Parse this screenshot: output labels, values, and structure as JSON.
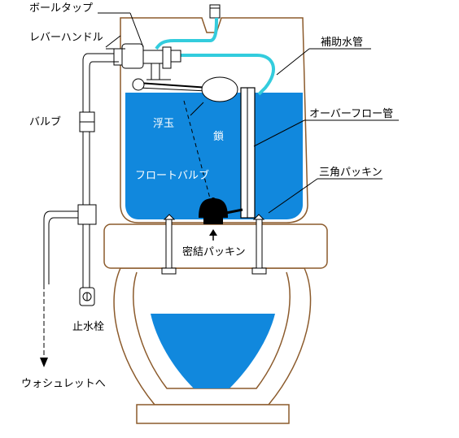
{
  "labels": {
    "ball_tap": "ボールタップ",
    "lever_handle": "レバーハンドル",
    "valve": "バルブ",
    "stop_cock": "止水栓",
    "to_washlet": "ウォシュレットへ",
    "aux_pipe": "補助水管",
    "overflow_pipe": "オーバーフロー管",
    "triangle_packing": "三角パッキン",
    "float": "浮玉",
    "chain": "鎖",
    "float_valve": "フロートバルブ",
    "seal_packing": "密結パッキン"
  },
  "colors": {
    "water": "#1188dd",
    "aux_pipe": "#33ccdd",
    "outline": "#8b5a2b",
    "line": "#000000",
    "background": "#ffffff"
  }
}
